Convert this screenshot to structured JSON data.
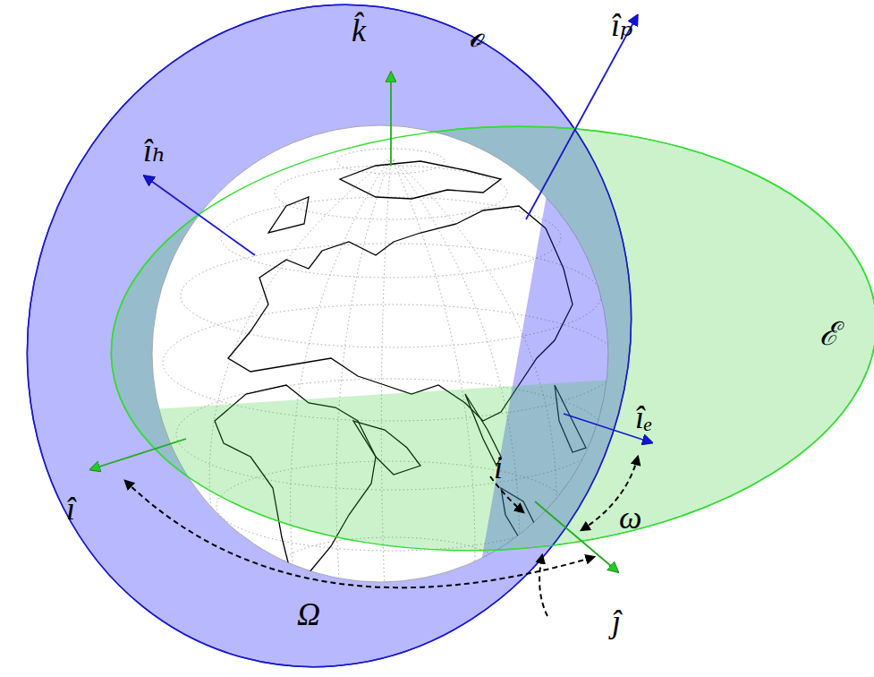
{
  "diagram": {
    "labels": [
      "k̂",
      "îₚ",
      "ℴ",
      "îₕ",
      "ℰ",
      "îₑ",
      "i",
      "ω",
      "î",
      "Ω",
      "ĵ"
    ]
  }
}
